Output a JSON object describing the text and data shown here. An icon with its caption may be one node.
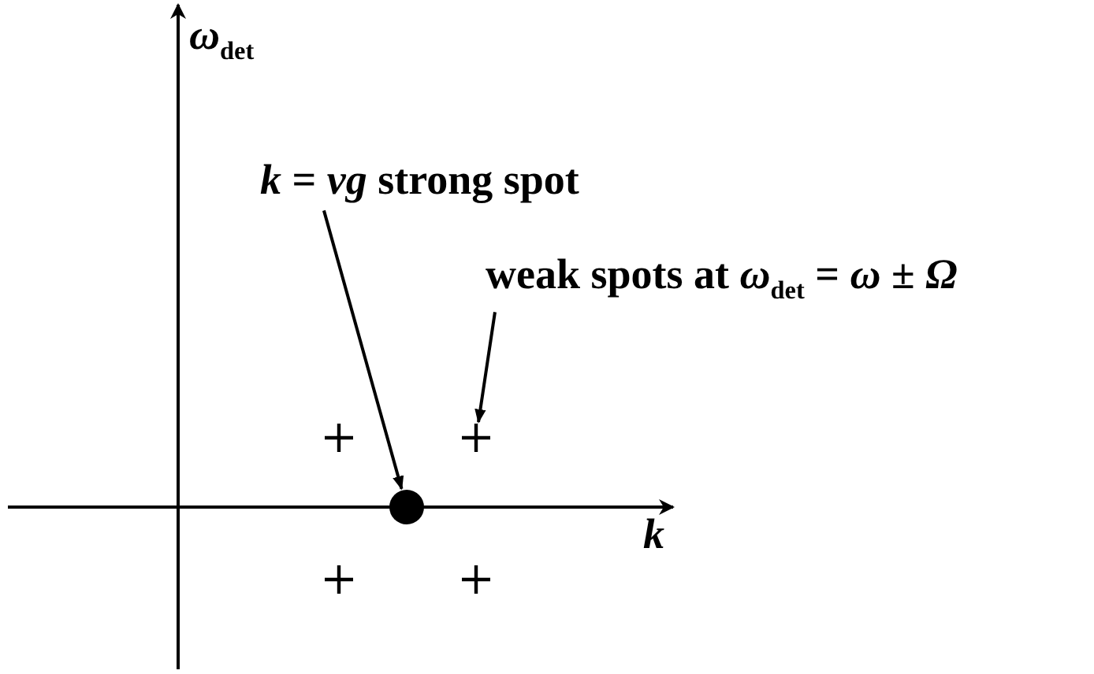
{
  "diagram": {
    "nodes": [
      {
        "text": [
          "*k* = *νg* strong spot"
        ]
      },
      {
        "text": [
          "weak spots at *ω*$_{det}$ = *ω* ± *Ω*"
        ]
      },
      {
        "text": [],
        "shape": "circle"
      },
      {
        "text": [],
        "shape": "plus"
      },
      {
        "text": [],
        "shape": "plus"
      },
      {
        "text": [],
        "shape": "plus"
      },
      {
        "text": [],
        "shape": "plus"
      }
    ],
    "edges": [
      {
        "from": 0,
        "to": 2,
        "arrow": "to"
      },
      {
        "from": 1,
        "to": 4,
        "arrow": "to"
      }
    ],
    "labels": [
      "*ω*$_{det}$",
      "*k*"
    ]
  }
}
